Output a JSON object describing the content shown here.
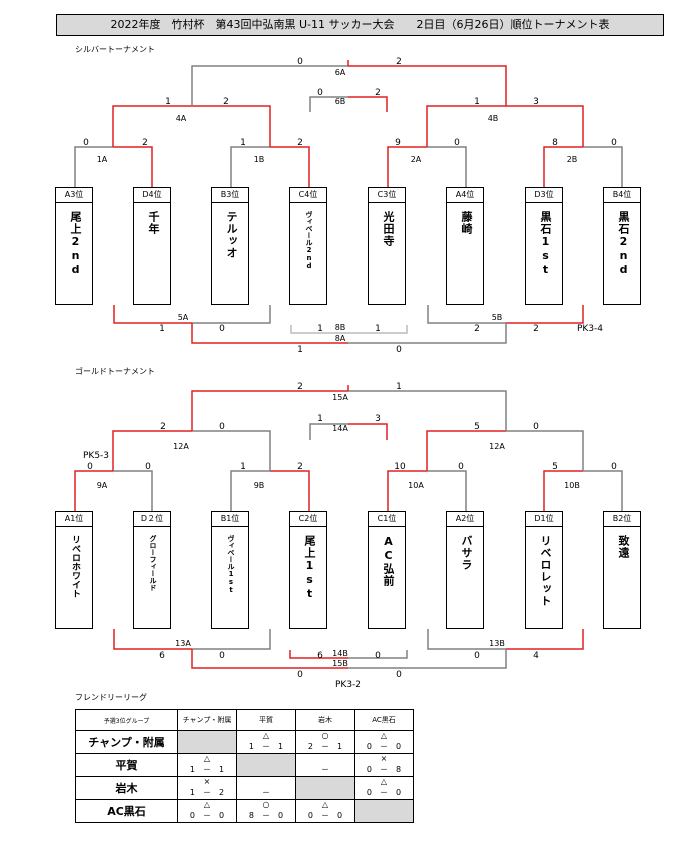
{
  "title": "2022年度　竹村杯　第43回中弘南黒 U-11 サッカー大会　　2日目（6月26日）順位トーナメント表",
  "silver": {
    "label": "シルバートーナメント",
    "teams": [
      {
        "pos": "A3位",
        "name": "尾上2nd"
      },
      {
        "pos": "D4位",
        "name": "千年"
      },
      {
        "pos": "B3位",
        "name": "テルッオ"
      },
      {
        "pos": "C4位",
        "name": "ヴィベール2nd"
      },
      {
        "pos": "C3位",
        "name": "光田寺"
      },
      {
        "pos": "A4位",
        "name": "藤崎"
      },
      {
        "pos": "D3位",
        "name": "黒石1st"
      },
      {
        "pos": "B4位",
        "name": "黒石2nd"
      }
    ],
    "labels": {
      "m1A": "1A",
      "m1B": "1B",
      "m2A": "2A",
      "m2B": "2B",
      "m4A": "4A",
      "m4B": "4B",
      "m6A": "6A",
      "m6B": "6B",
      "m5A": "5A",
      "m5B": "5B",
      "m8B": "8B",
      "m8A": "8A"
    },
    "scores": {
      "s1A_l": "0",
      "s1A_r": "2",
      "s1B_l": "1",
      "s1B_r": "2",
      "s2A_l": "9",
      "s2A_r": "0",
      "s2B_l": "8",
      "s2B_r": "0",
      "s4A_l": "1",
      "s4A_r": "2",
      "s4B_l": "1",
      "s4B_r": "3",
      "s6A_l": "0",
      "s6A_r": "2",
      "s6B_l": "0",
      "s6B_r": "2",
      "s5A_l": "1",
      "s5A_r": "0",
      "s5B_l": "2",
      "s5B_r": "2",
      "s8B_l": "1",
      "s8B_r": "1",
      "s8A_l": "1",
      "s8A_r": "0"
    },
    "pk": "PK3-4"
  },
  "gold": {
    "label": "ゴールドトーナメント",
    "teams": [
      {
        "pos": "A1位",
        "name": "リベロホワイト"
      },
      {
        "pos": "D２位",
        "name": "グローフィールド"
      },
      {
        "pos": "B1位",
        "name": "ヴィベール1st"
      },
      {
        "pos": "C2位",
        "name": "尾上1st"
      },
      {
        "pos": "C1位",
        "name": "AC弘前"
      },
      {
        "pos": "A2位",
        "name": "バサラ"
      },
      {
        "pos": "D1位",
        "name": "リベロレット"
      },
      {
        "pos": "B2位",
        "name": "致遠"
      }
    ],
    "labels": {
      "m9A": "9A",
      "m9B": "9B",
      "m10A": "10A",
      "m10B": "10B",
      "m12A_l": "12A",
      "m12A_r": "12A",
      "m15A": "15A",
      "m14A": "14A",
      "m13A": "13A",
      "m13B": "13B",
      "m14B": "14B",
      "m15B": "15B"
    },
    "scores": {
      "s9A_l": "0",
      "s9A_r": "0",
      "s9B_l": "1",
      "s9B_r": "2",
      "s10A_l": "10",
      "s10A_r": "0",
      "s10B_l": "5",
      "s10B_r": "0",
      "s12A_l": "2",
      "s12A_r": "0",
      "s12B_l": "5",
      "s12B_r": "0",
      "s15A_l": "2",
      "s15A_r": "1",
      "s14A_l": "1",
      "s14A_r": "3",
      "s13A_l": "6",
      "s13A_r": "0",
      "s13B_l": "0",
      "s13B_r": "4",
      "s14B_l": "6",
      "s14B_r": "0",
      "s15B_l": "0",
      "s15B_r": "0"
    },
    "pk_top": "PK5-3",
    "pk_bottom": "PK3-2"
  },
  "league": {
    "label": "フレンドリーリーグ",
    "corner": "予選3位グループ",
    "columns": [
      "チャンプ・附属",
      "平賀",
      "岩木",
      "AC黒石"
    ],
    "rows": [
      {
        "name": "チャンプ・附属",
        "cells": [
          null,
          {
            "mark": "△",
            "score": "1　－　1"
          },
          {
            "mark": "○",
            "score": "2　－　1"
          },
          {
            "mark": "△",
            "score": "0　－　0"
          }
        ]
      },
      {
        "name": "平賀",
        "cells": [
          {
            "mark": "△",
            "score": "1　－　1"
          },
          null,
          {
            "mark": "",
            "score": "－"
          },
          {
            "mark": "×",
            "score": "0　－　8"
          }
        ]
      },
      {
        "name": "岩木",
        "cells": [
          {
            "mark": "×",
            "score": "1　－　2"
          },
          {
            "mark": "",
            "score": "－"
          },
          null,
          {
            "mark": "△",
            "score": "0　－　0"
          }
        ]
      },
      {
        "name": "AC黒石",
        "cells": [
          {
            "mark": "△",
            "score": "0　－　0"
          },
          {
            "mark": "○",
            "score": "8　－　0"
          },
          {
            "mark": "△",
            "score": "0　－　0"
          },
          null
        ]
      }
    ]
  },
  "colors": {
    "winner_line": "#e02020",
    "line": "#808080",
    "header_bg": "#d9d9d9"
  }
}
